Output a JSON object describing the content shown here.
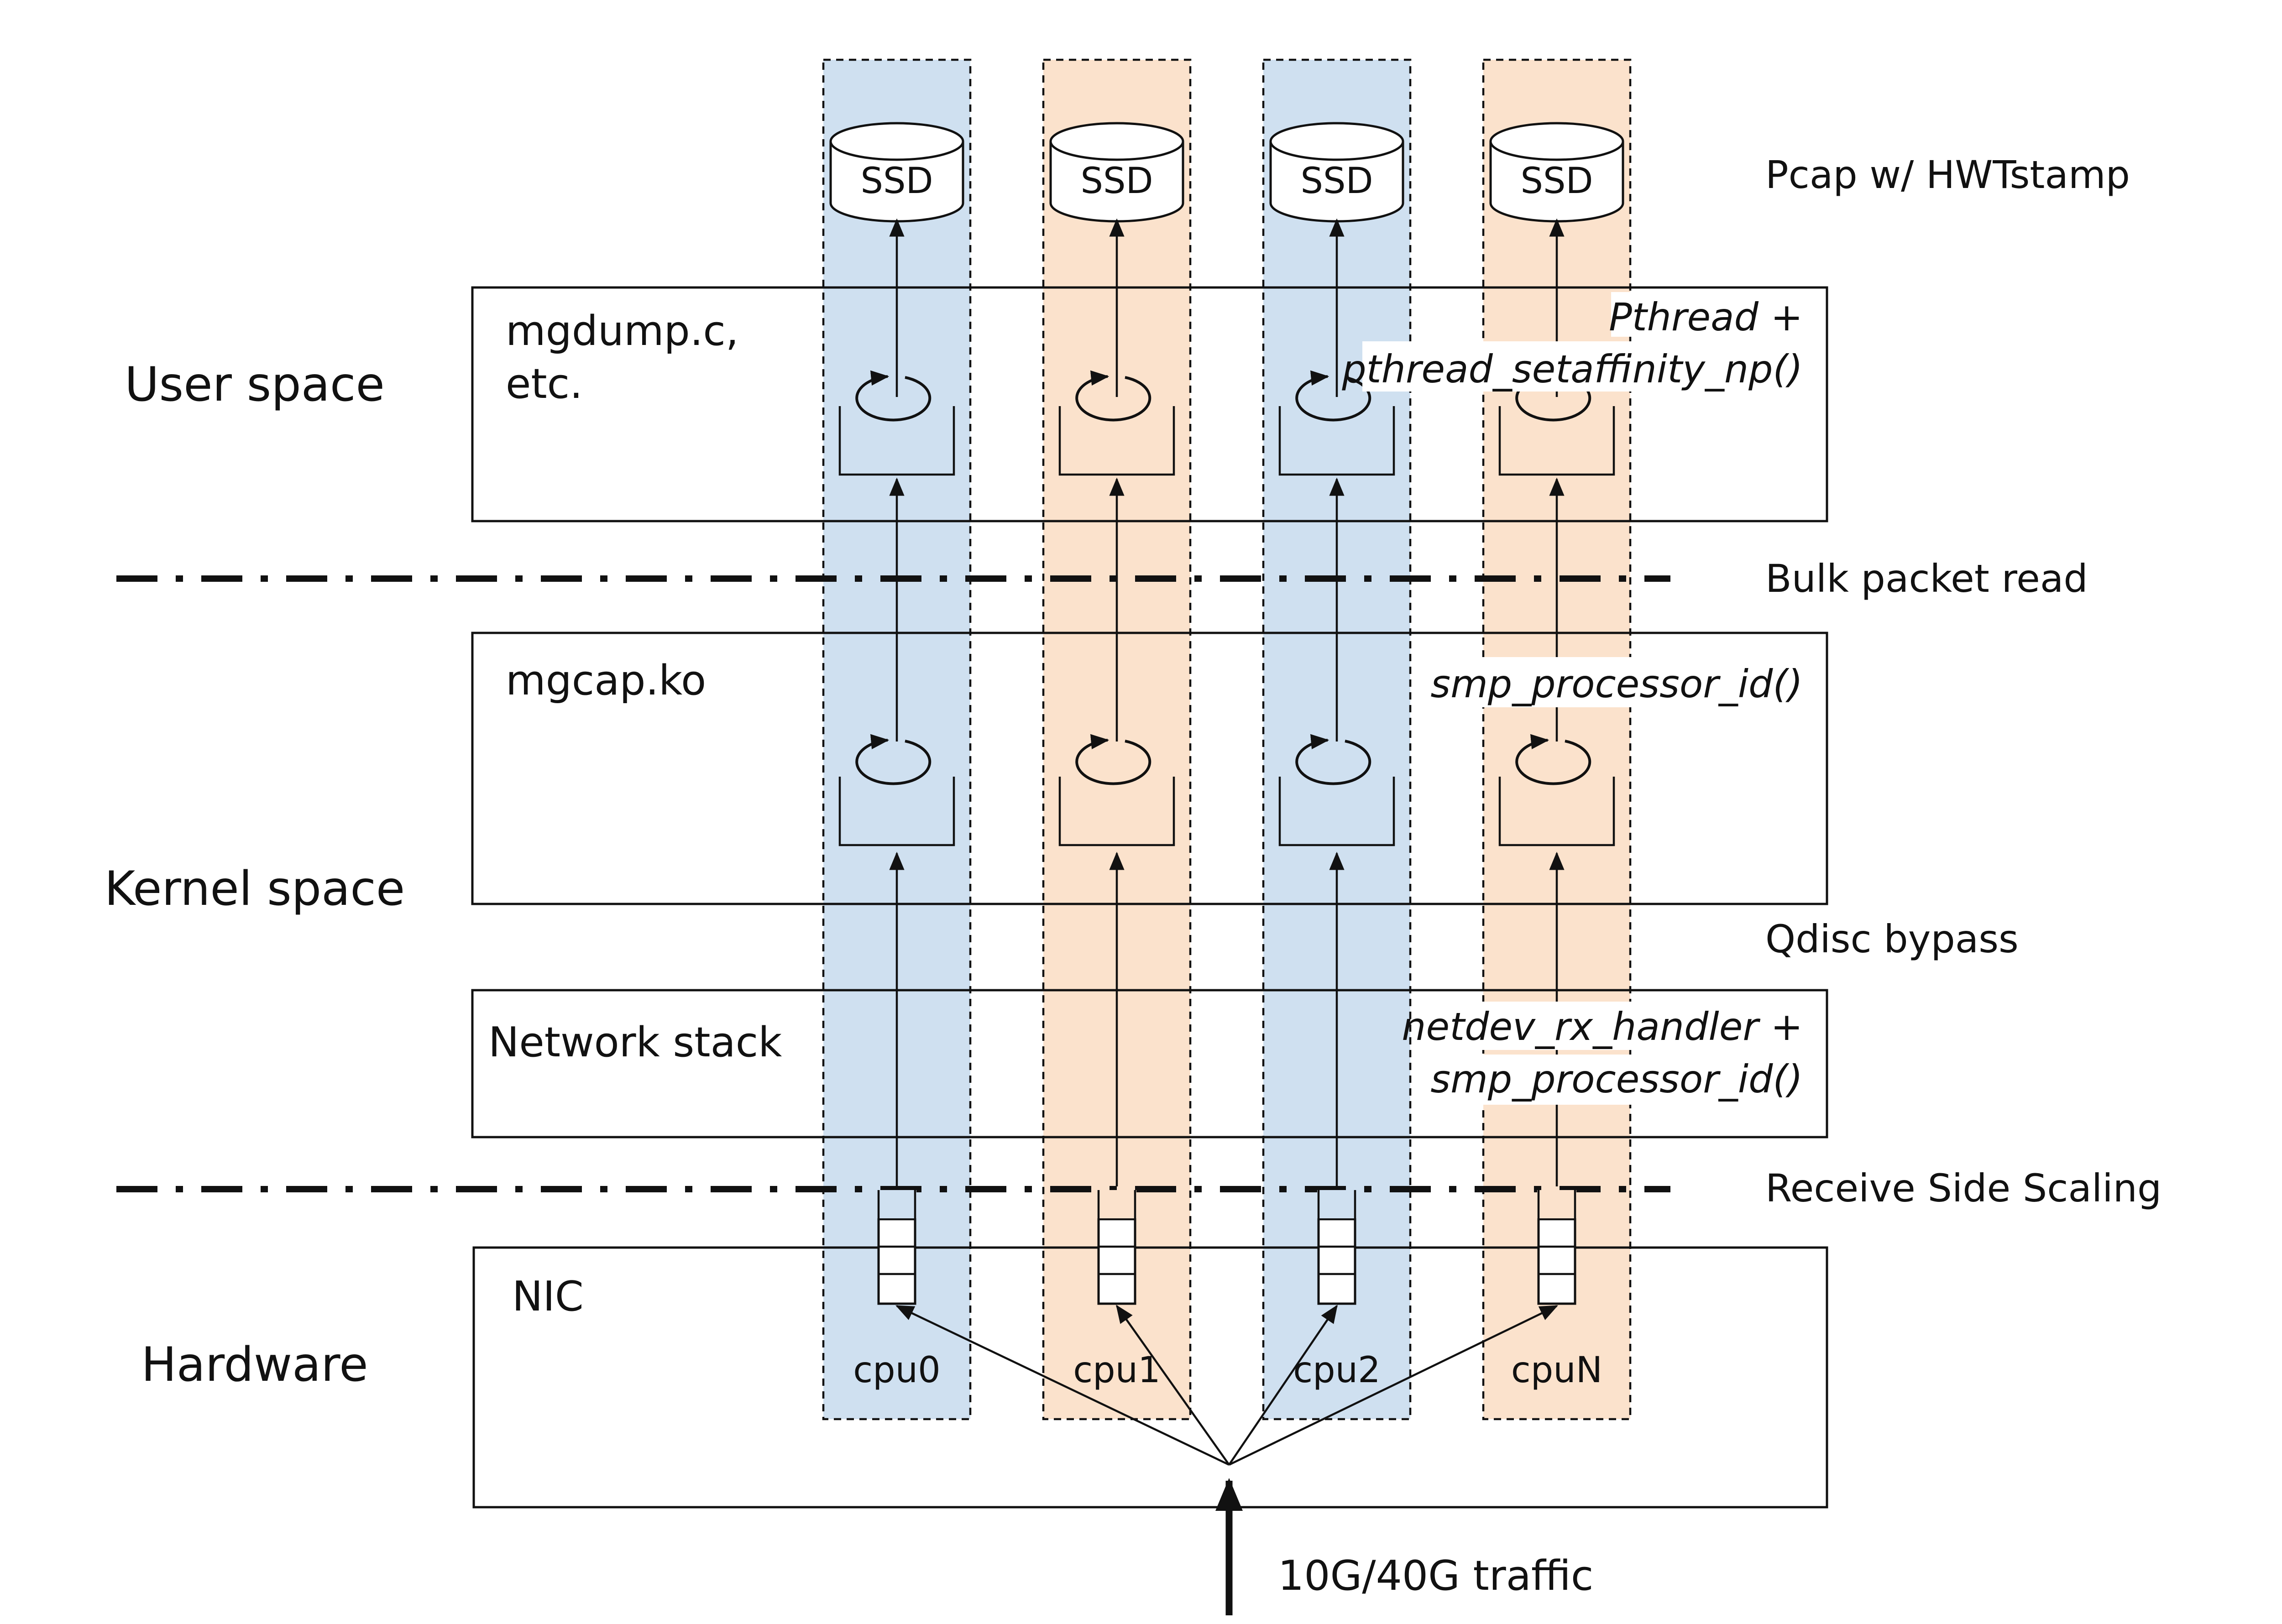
{
  "layers": {
    "user_space": "User space",
    "kernel_space": "Kernel space",
    "hardware": "Hardware"
  },
  "boxes": {
    "user": [
      "mgdump.c,",
      "etc."
    ],
    "kernel": "mgcap.ko",
    "network": "Network stack",
    "nic": "NIC"
  },
  "annotations": {
    "pcap": "Pcap w/ HWTstamp",
    "bulk_read": "Bulk packet read",
    "qdisc": "Qdisc bypass",
    "rss": "Receive Side Scaling",
    "traffic": "10G/40G traffic"
  },
  "api_notes": {
    "user": [
      "Pthread +",
      "pthread_setaffinity_np()"
    ],
    "kernel": "smp_processor_id()",
    "network": [
      "netdev_rx_handler +",
      "smp_processor_id()"
    ]
  },
  "cpu_columns": [
    {
      "label": "cpu0",
      "storage": "SSD",
      "fill": "#cfe0f0"
    },
    {
      "label": "cpu1",
      "storage": "SSD",
      "fill": "#fbe2cc"
    },
    {
      "label": "cpu2",
      "storage": "SSD",
      "fill": "#cfe0f0"
    },
    {
      "label": "cpuN",
      "storage": "SSD",
      "fill": "#fbe2cc"
    }
  ],
  "colors": {
    "cpu_band_blue": "#cfe0f0",
    "cpu_band_orange": "#fbe2cc",
    "line": "#111111"
  }
}
